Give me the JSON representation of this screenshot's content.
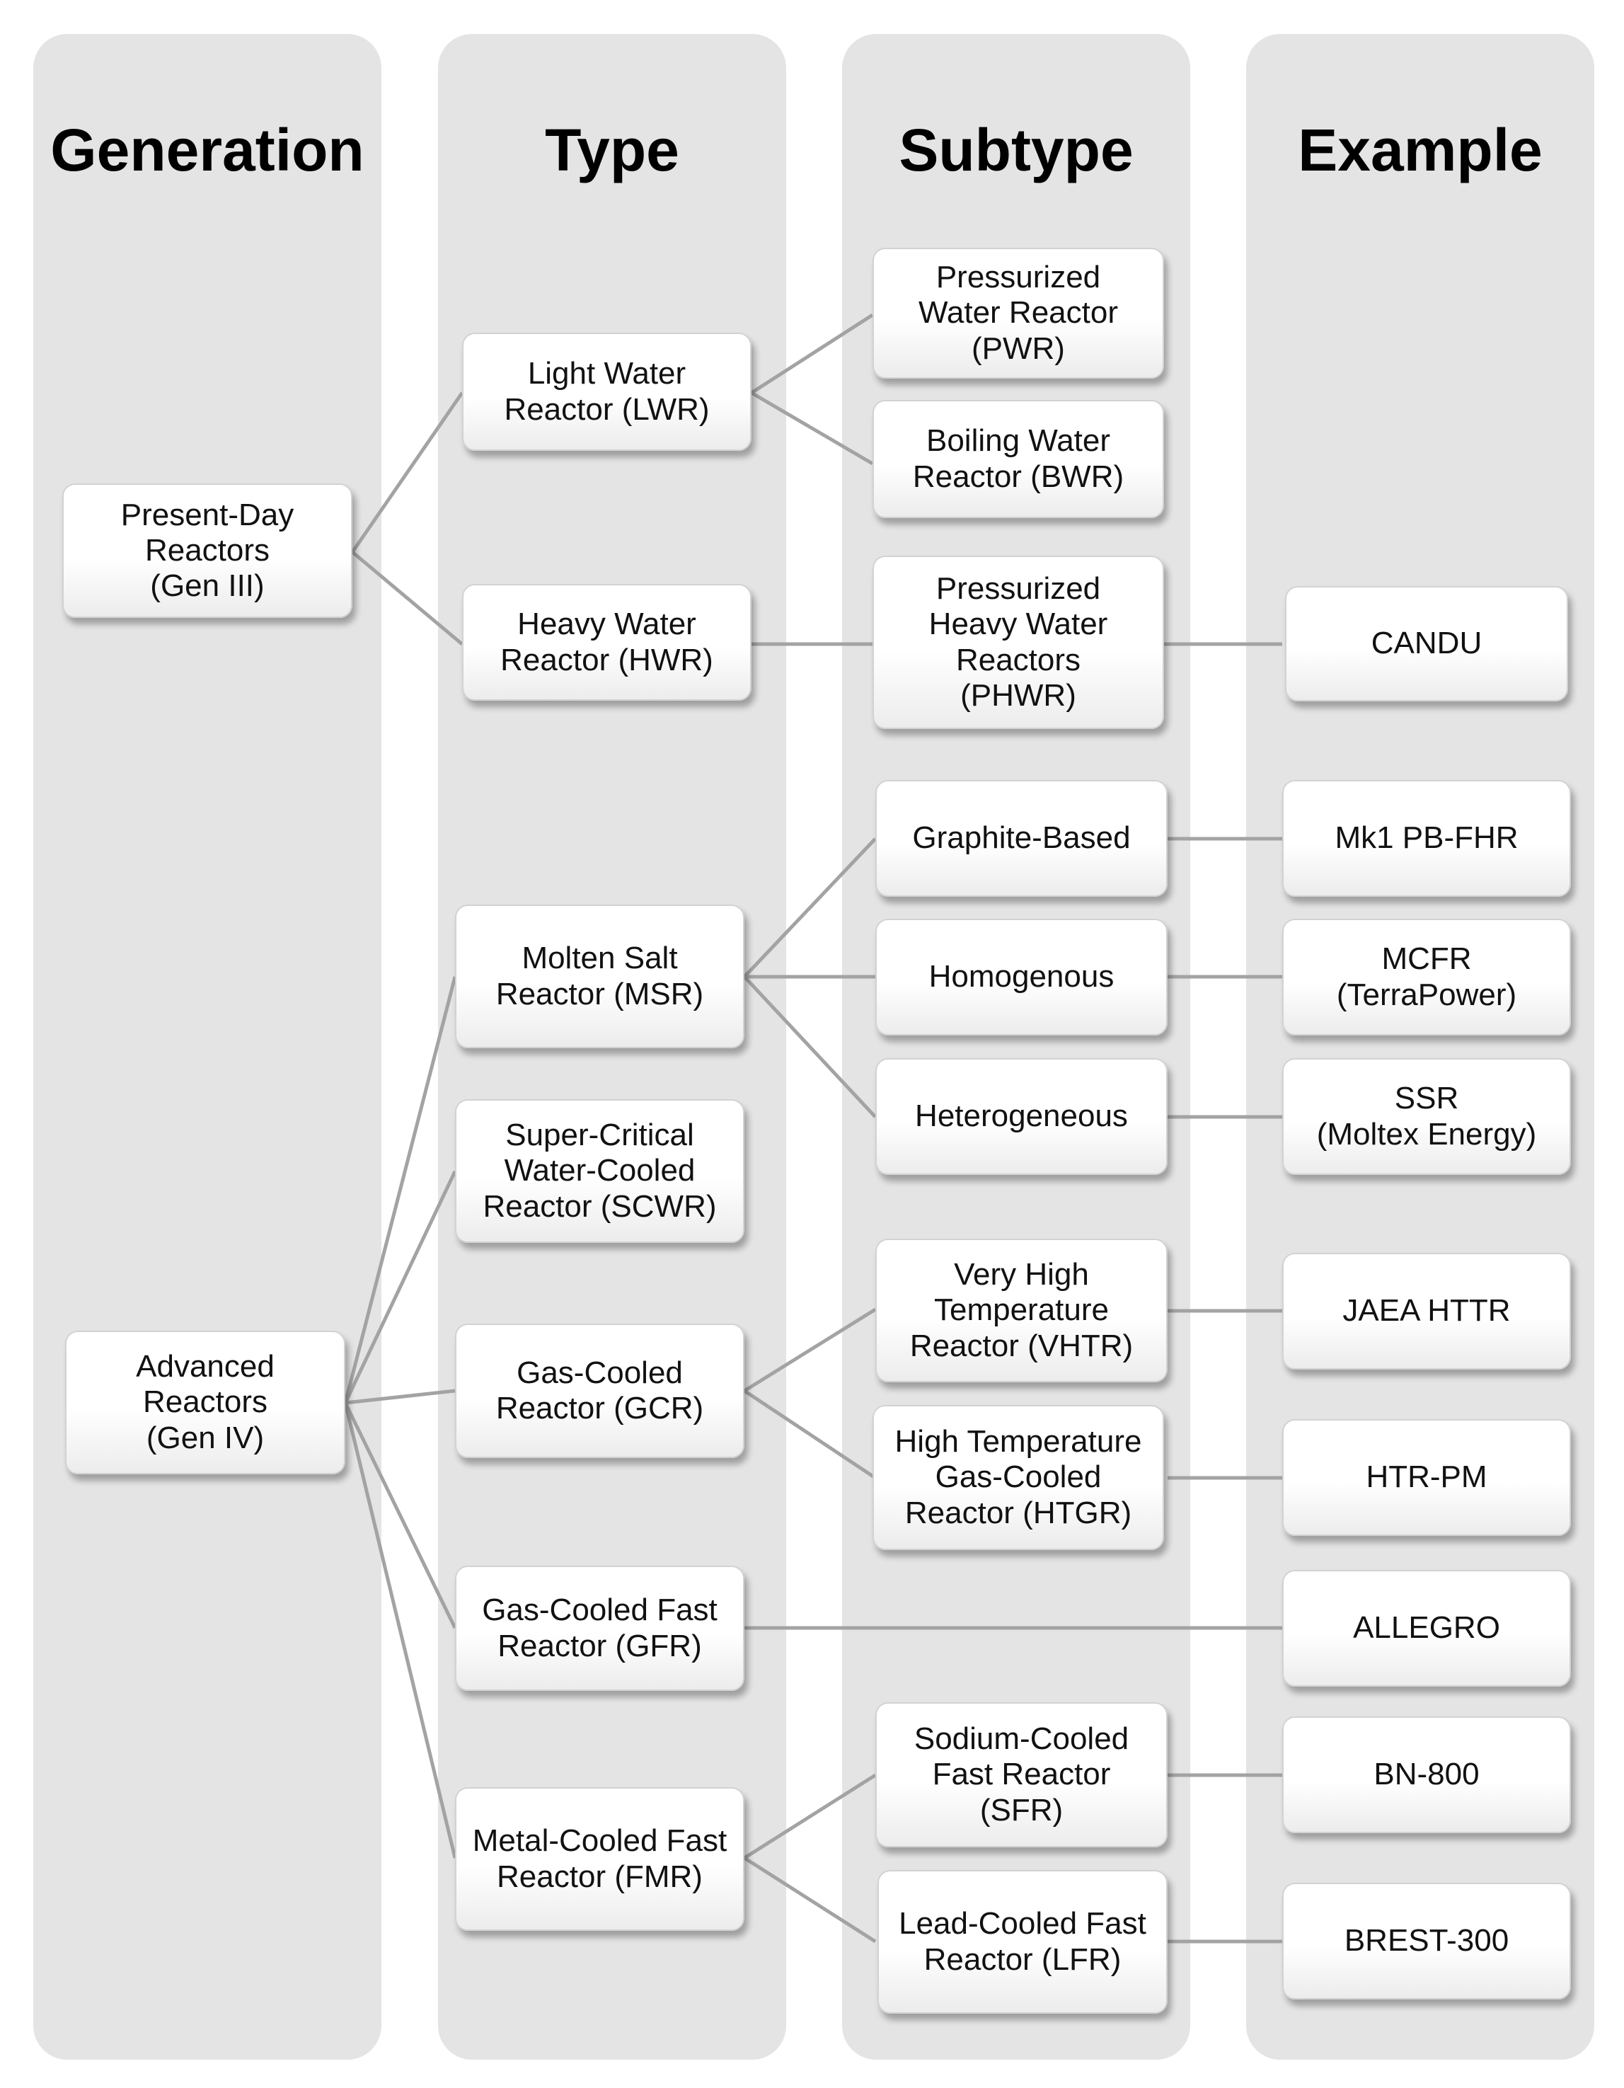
{
  "columns": {
    "generation": "Generation",
    "type": "Type",
    "subtype": "Subtype",
    "example": "Example"
  },
  "nodes": {
    "gen3": "Present-Day\nReactors\n(Gen III)",
    "gen4": "Advanced\nReactors\n(Gen IV)",
    "lwr": "Light Water\nReactor (LWR)",
    "hwr": "Heavy Water\nReactor (HWR)",
    "msr": "Molten Salt\nReactor (MSR)",
    "scwr": "Super-Critical\nWater-Cooled\nReactor (SCWR)",
    "gcr": "Gas-Cooled\nReactor (GCR)",
    "gfr": "Gas-Cooled Fast\nReactor (GFR)",
    "fmr": "Metal-Cooled Fast\nReactor (FMR)",
    "pwr": "Pressurized\nWater Reactor\n(PWR)",
    "bwr": "Boiling Water\nReactor (BWR)",
    "phwr": "Pressurized\nHeavy Water\nReactors\n(PHWR)",
    "graphite": "Graphite-Based",
    "homogenous": "Homogenous",
    "heterogeneous": "Heterogeneous",
    "vhtr": "Very High\nTemperature\nReactor (VHTR)",
    "htgr": "High Temperature\nGas-Cooled\nReactor (HTGR)",
    "sfr": "Sodium-Cooled\nFast Reactor\n(SFR)",
    "lfr": "Lead-Cooled Fast\nReactor (LFR)",
    "candu": "CANDU",
    "mk1": "Mk1 PB-FHR",
    "mcfr": "MCFR\n(TerraPower)",
    "ssr": "SSR\n(Moltex Energy)",
    "httr": "JAEA HTTR",
    "htrpm": "HTR-PM",
    "allegro": "ALLEGRO",
    "bn800": "BN-800",
    "brest": "BREST-300"
  }
}
